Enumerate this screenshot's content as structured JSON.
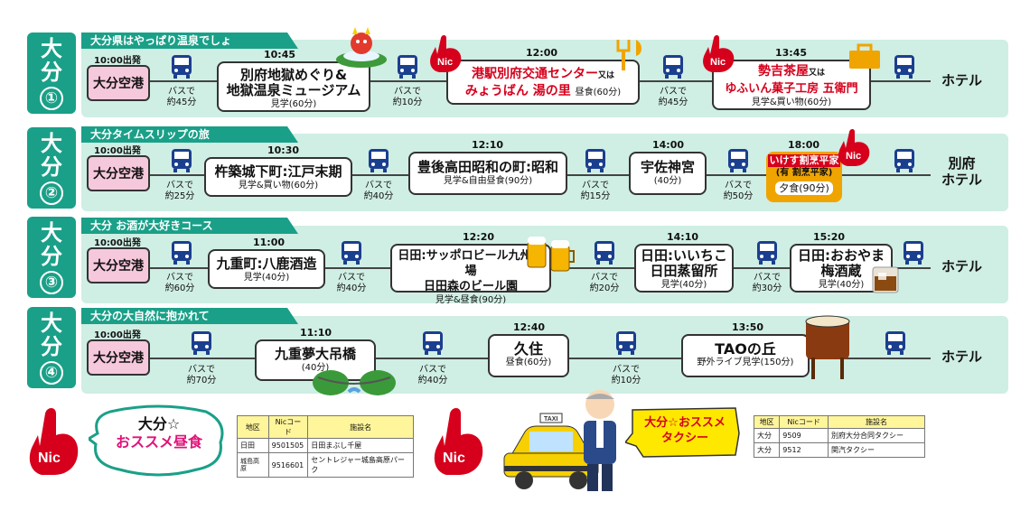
{
  "routes": [
    {
      "tab": {
        "a": "大",
        "b": "分",
        "num": "①"
      },
      "title": "大分県はやっぱり温泉でしょ",
      "departure": "10:00出発",
      "start": "大分空港",
      "stops": [
        {
          "time": "10:45",
          "name1": "別府地獄めぐり&",
          "name2": "地獄温泉ミュージアム",
          "sub": "見学(60分)"
        },
        {
          "time": "12:00",
          "name1": "港駅別府交通センター",
          "name1_note": "又は",
          "name2": "みょうばん 湯の里",
          "name2_note": "昼食(60分)"
        },
        {
          "time": "13:45",
          "name1": "勢吉茶屋",
          "name1_note": "又は",
          "name2": "ゆふいん菓子工房 五衛門",
          "sub": "見学&買い物(60分)"
        }
      ],
      "legs": [
        {
          "a": "バスで",
          "b": "約45分"
        },
        {
          "a": "バスで",
          "b": "約10分"
        },
        {
          "a": "バスで",
          "b": "約45分"
        }
      ],
      "end": "ホテル"
    },
    {
      "tab": {
        "a": "大",
        "b": "分",
        "num": "②"
      },
      "title": "大分タイムスリップの旅",
      "departure": "10:00出発",
      "start": "大分空港",
      "stops": [
        {
          "time": "10:30",
          "name1": "杵築城下町:江戸末期",
          "sub": "見学&買い物(60分)"
        },
        {
          "time": "12:10",
          "name1": "豊後高田昭和の町:昭和",
          "sub": "見学&自由昼食(90分)"
        },
        {
          "time": "14:00",
          "name1": "宇佐神宮",
          "sub": "(40分)"
        },
        {
          "time": "18:00",
          "name1": "いけす割烹平家",
          "name2": "(有 割烹平家)",
          "sub": "夕食(90分)"
        }
      ],
      "legs": [
        {
          "a": "バスで",
          "b": "約25分"
        },
        {
          "a": "バスで",
          "b": "約40分"
        },
        {
          "a": "バスで",
          "b": "約15分"
        },
        {
          "a": "バスで",
          "b": "約50分"
        }
      ],
      "end": "別府",
      "end2": "ホテル"
    },
    {
      "tab": {
        "a": "大",
        "b": "分",
        "num": "③"
      },
      "title": "大分 お酒が大好きコース",
      "departure": "10:00出発",
      "start": "大分空港",
      "stops": [
        {
          "time": "11:00",
          "name1": "九重町:八鹿酒造",
          "sub": "見学(40分)"
        },
        {
          "time": "12:20",
          "name1": "日田:サッポロビール九州工場",
          "name2": "日田森のビール園",
          "sub": "見学&昼食(90分)"
        },
        {
          "time": "14:10",
          "name1": "日田:いいちこ",
          "name2": "日田蒸留所",
          "sub": "見学(40分)"
        },
        {
          "time": "15:20",
          "name1": "日田:おおやま",
          "name2": "梅酒蔵",
          "sub": "見学(40分)"
        }
      ],
      "legs": [
        {
          "a": "バスで",
          "b": "約60分"
        },
        {
          "a": "バスで",
          "b": "約40分"
        },
        {
          "a": "バスで",
          "b": "約20分"
        },
        {
          "a": "バスで",
          "b": "約30分"
        }
      ],
      "end": "ホテル"
    },
    {
      "tab": {
        "a": "大",
        "b": "分",
        "num": "④"
      },
      "title": "大分の大自然に抱かれて",
      "departure": "10:00出発",
      "start": "大分空港",
      "stops": [
        {
          "time": "11:10",
          "name1": "九重夢大吊橋",
          "sub": "(40分)"
        },
        {
          "time": "12:40",
          "name1": "久住",
          "sub": "昼食(60分)"
        },
        {
          "time": "13:50",
          "name1": "TAOの丘",
          "sub": "野外ライブ見学(150分)"
        }
      ],
      "legs": [
        {
          "a": "バスで",
          "b": "約70分"
        },
        {
          "a": "バスで",
          "b": "約40分"
        },
        {
          "a": "バスで",
          "b": "約10分"
        }
      ],
      "end": "ホテル"
    }
  ],
  "nic_label": "Nic",
  "lunch_box": {
    "line1": "大分☆",
    "line2": "おススメ昼食"
  },
  "lunch_table": {
    "headers": [
      "地区",
      "Nicコード",
      "施設名"
    ],
    "rows": [
      [
        "日田",
        "9501505",
        "日田まぶし千屋"
      ],
      [
        "城島高原",
        "9516601",
        "セントレジャー城島高原パーク"
      ]
    ]
  },
  "taxi_box": {
    "line1": "大分☆おススメ",
    "line2": "タクシー",
    "sign": "TAXI"
  },
  "taxi_table": {
    "headers": [
      "地区",
      "Nicコード",
      "施設名"
    ],
    "rows": [
      [
        "大分",
        "9509",
        "別府大分合同タクシー"
      ],
      [
        "大分",
        "9512",
        "関汽タクシー"
      ]
    ]
  },
  "colors": {
    "teal": "#1aa088",
    "panel": "#cfeee4",
    "red": "#d6001c",
    "airport": "#f6c8dc",
    "yellow": "#ffe800",
    "bus": "#1b3f8f"
  }
}
